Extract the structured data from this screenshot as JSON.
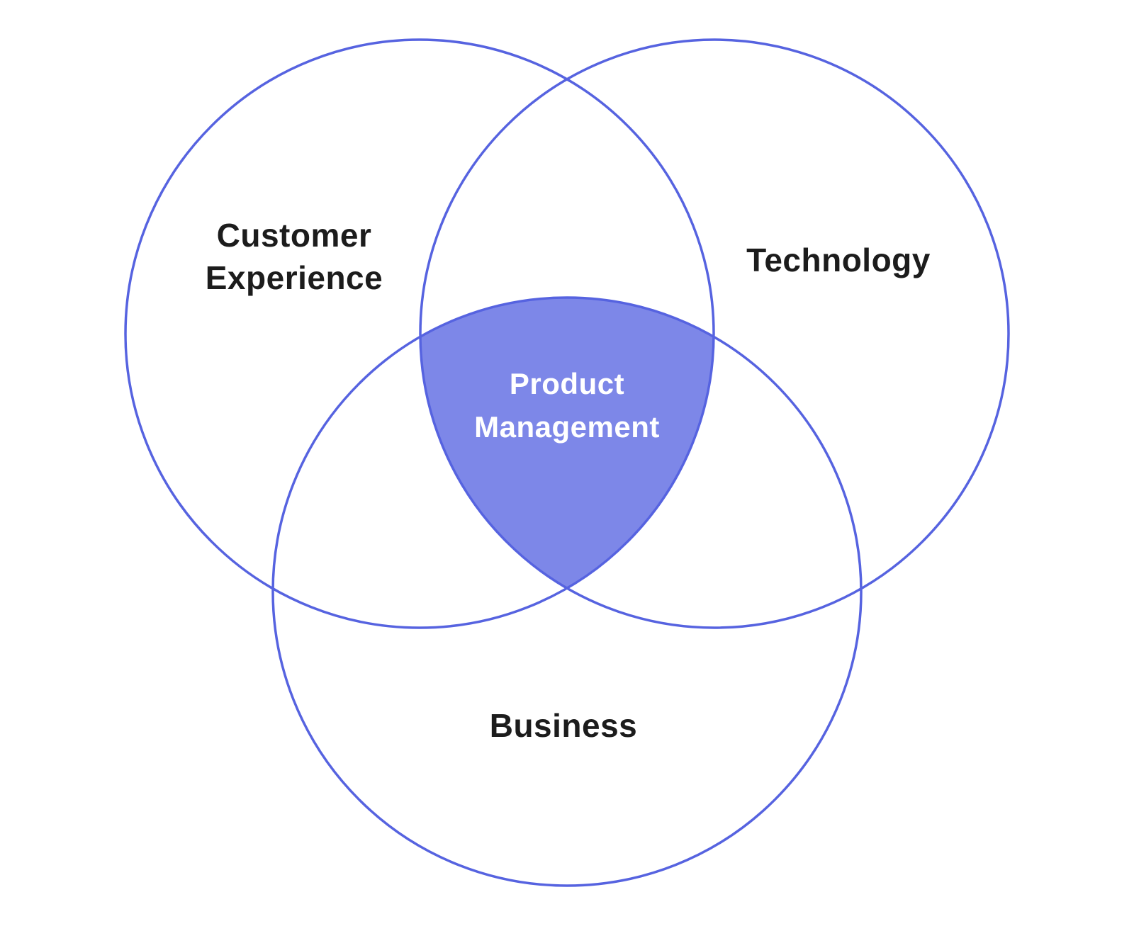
{
  "diagram": {
    "type": "venn",
    "sets": [
      {
        "id": "customer-experience",
        "label": "Customer Experience",
        "position": "top-left"
      },
      {
        "id": "technology",
        "label": "Technology",
        "position": "top-right"
      },
      {
        "id": "business",
        "label": "Business",
        "position": "bottom"
      }
    ],
    "intersection": {
      "label": "Product Management"
    }
  },
  "colors": {
    "background": "#ffffff",
    "circle_stroke": "#5663e0",
    "intersection_fill": "#7d87e8",
    "label_text": "#1c1c1c",
    "intersection_text": "#ffffff"
  }
}
